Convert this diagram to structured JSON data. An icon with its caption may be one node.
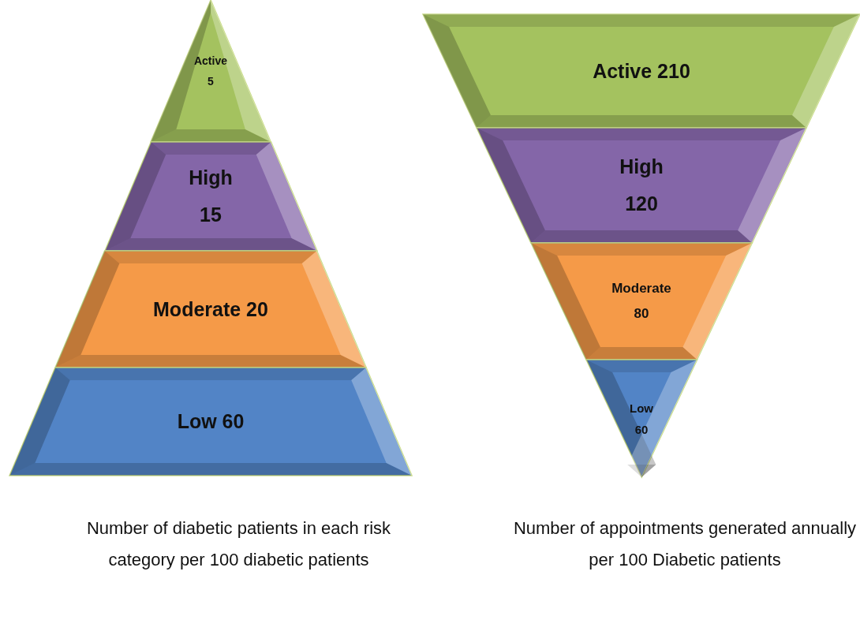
{
  "diagram": {
    "nodes": [
      {
        "text": [
          "Active",
          "5"
        ]
      },
      {
        "text": [
          "High",
          "15"
        ]
      },
      {
        "text": [
          "Moderate 20"
        ]
      },
      {
        "text": [
          "Low 60"
        ]
      },
      {
        "text": [
          "Active 210"
        ]
      },
      {
        "text": [
          "High",
          "120"
        ]
      },
      {
        "text": [
          "Moderate",
          "80"
        ]
      },
      {
        "text": [
          "Low",
          "60"
        ]
      }
    ],
    "edges": [],
    "labels": [
      "Number of diabetic patients in each risk category per 100 diabetic patients",
      "Number of appointments generated annually per 100 Diabetic patients"
    ]
  }
}
